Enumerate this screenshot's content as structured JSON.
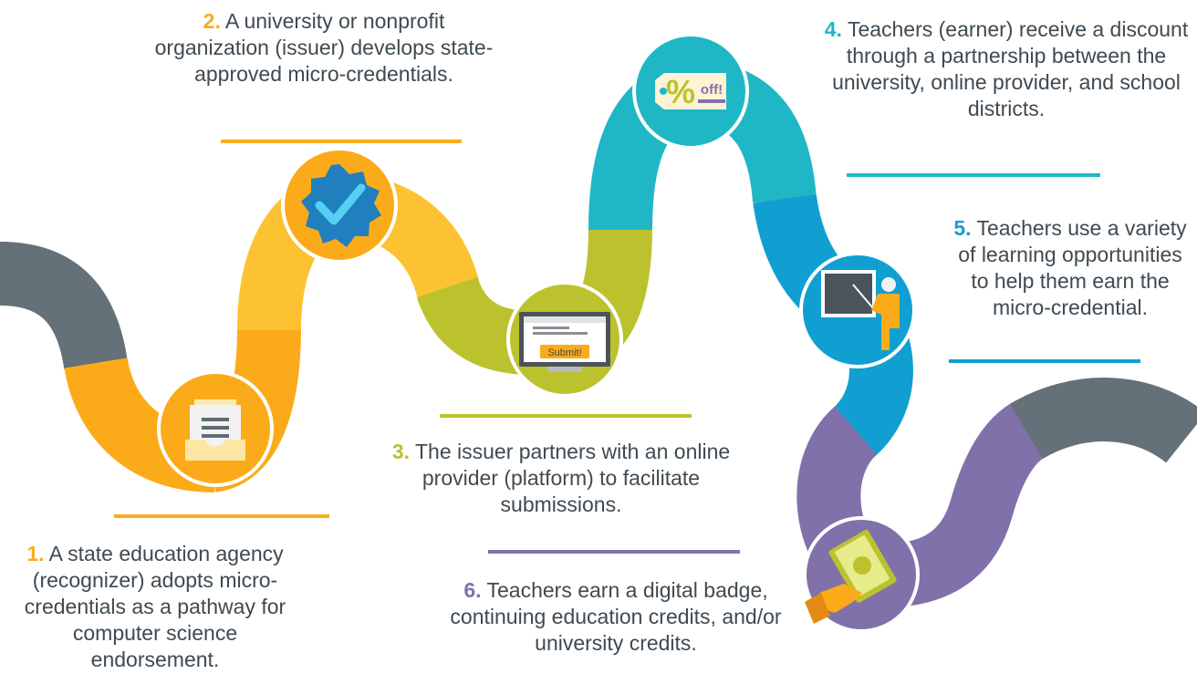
{
  "colors": {
    "gray": "#647178",
    "orange": "#fbab19",
    "orange_light": "#fdc231",
    "lime": "#bcc22d",
    "teal": "#1fb7c5",
    "blue": "#119fd1",
    "purple": "#8171ab",
    "text": "#3f4a52"
  },
  "steps": [
    {
      "num": "1.",
      "text": "A state education agency (recognizer) adopts micro-credentials as a pathway for computer science endorsement.",
      "color": "#fbab19",
      "icon": "document-tray-icon"
    },
    {
      "num": "2.",
      "text": "A university or nonprofit organization (issuer) develops state-approved micro-credentials.",
      "color": "#fbab19",
      "icon": "verified-badge-icon"
    },
    {
      "num": "3.",
      "text": "The issuer partners with an online provider (platform) to facilitate submissions.",
      "color": "#bcc22d",
      "icon": "computer-monitor-icon"
    },
    {
      "num": "4.",
      "text": "Teachers (earner) receive a discount through a partnership between the university, online provider, and school districts.",
      "color": "#1fb7c5",
      "icon": "discount-tag-icon"
    },
    {
      "num": "5.",
      "text": "Teachers use a variety of learning opportunities to help them earn the micro-credential.",
      "color": "#119fd1",
      "icon": "teacher-board-icon"
    },
    {
      "num": "6.",
      "text": "Teachers earn a digital badge, continuing education credits, and/or university credits.",
      "color": "#8171ab",
      "icon": "money-hand-icon"
    }
  ],
  "icons": {
    "submit_label": "Submit!",
    "off_label": "off!",
    "percent_label": "%"
  }
}
